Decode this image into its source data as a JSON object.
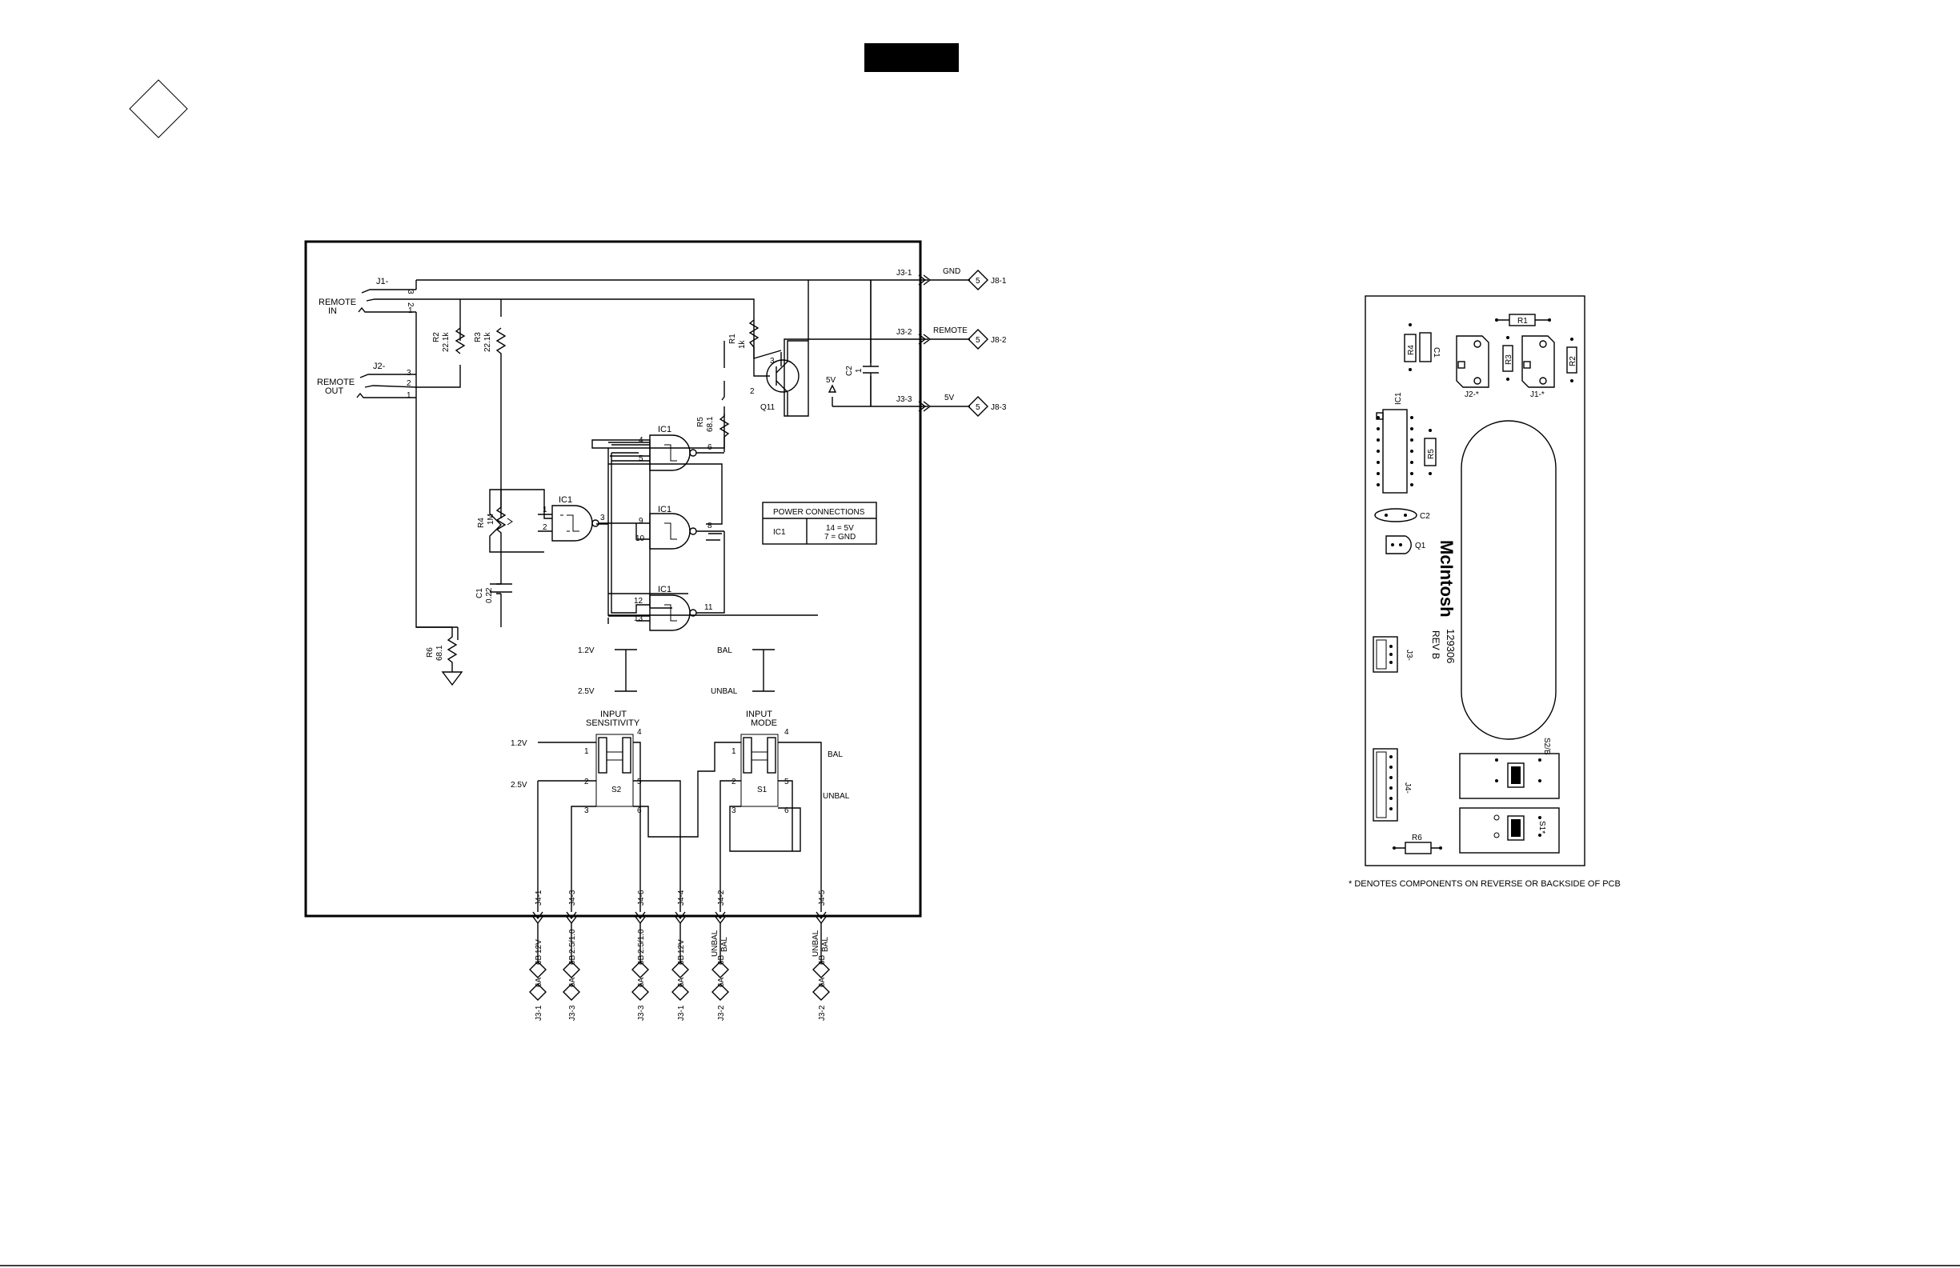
{
  "schematic": {
    "connectors": {
      "j1": "J1-",
      "j2": "J2-",
      "remote_in": [
        "REMOTE",
        "IN"
      ],
      "remote_out": [
        "REMOTE",
        "OUT"
      ],
      "pins_j1": [
        "3",
        "2",
        "1"
      ],
      "pins_j2": [
        "3",
        "2",
        "1"
      ]
    },
    "resistors": {
      "r1": [
        "R1",
        "1k"
      ],
      "r2": [
        "R2",
        "22.1k"
      ],
      "r3": [
        "R3",
        "22.1k"
      ],
      "r4": [
        "R4",
        "1M"
      ],
      "r5": [
        "R5",
        "68.1"
      ],
      "r6": [
        "R6",
        "68.1"
      ]
    },
    "capacitors": {
      "c1": [
        "C1",
        "0.22"
      ],
      "c2": [
        "C2",
        "1"
      ]
    },
    "transistor": {
      "label": "Q11",
      "pins": [
        "3",
        "2"
      ]
    },
    "ic": {
      "label": "IC1",
      "gate_a_pins": [
        "1",
        "2",
        "3"
      ],
      "gate_b_pins": [
        "4",
        "5",
        "6"
      ],
      "gate_c_pins": [
        "9",
        "10",
        "8"
      ],
      "gate_d_pins": [
        "12",
        "13",
        "11"
      ]
    },
    "five_v": "5V",
    "outputs": {
      "j3_1": "J3-1",
      "j3_2": "J3-2",
      "j3_3": "J3-3",
      "gnd": "GND",
      "remote": "REMOTE",
      "v5": "5V",
      "j8_1": "J8-1",
      "j8_2": "J8-2",
      "j8_3": "J8-3",
      "page_ref": "5"
    },
    "power_table": {
      "header": "POWER CONNECTIONS",
      "ic": "IC1",
      "line1": "14 = 5V",
      "line2": "7 = GND"
    },
    "legend": {
      "v12": "1.2V",
      "v25": "2.5V",
      "bal": "BAL",
      "unbal": "UNBAL"
    },
    "switches": {
      "s2_title": [
        "INPUT",
        "SENSITIVITY"
      ],
      "s1_title": [
        "INPUT",
        "MODE"
      ],
      "s2": "S2",
      "s1": "S1",
      "s2_pins": [
        "1",
        "4",
        "2",
        "5",
        "3",
        "6"
      ],
      "s1_pins": [
        "1",
        "4",
        "2",
        "5",
        "3",
        "6"
      ],
      "v12": "1.2V",
      "v25": "2.5V",
      "bal": "BAL",
      "unbal": "UNBAL"
    },
    "bottom": {
      "j4": [
        "J4-1",
        "J4-3",
        "J4-6",
        "J4-4",
        "J4-2",
        "J4-5"
      ],
      "signals": [
        "12V",
        "2.5/1.0",
        "2.5/1.0",
        "12V",
        "UNBAL BAL",
        "UNBAL BAL"
      ],
      "j3": [
        "J3-1",
        "J3-3",
        "J3-3",
        "J3-1",
        "J3-2",
        "J3-2"
      ],
      "sheet_ref": "6A",
      "page_ref": "6B"
    }
  },
  "pcb": {
    "r1": "R1",
    "r2": "R2",
    "r3": "R3",
    "r4": "R4",
    "r5": "R5",
    "r6": "R6",
    "c1": "C1",
    "c2": "C2",
    "q1": "Q1",
    "ic1": "IC1",
    "j1": "J1-*",
    "j2": "J2-*",
    "j3": "J3-",
    "j4": "J4-",
    "s1": "S1*",
    "s2": "S2/B",
    "logo": "McIntosh",
    "rev": "REV B",
    "part": "129306",
    "note": "* DENOTES COMPONENTS ON REVERSE OR BACKSIDE OF PCB"
  }
}
